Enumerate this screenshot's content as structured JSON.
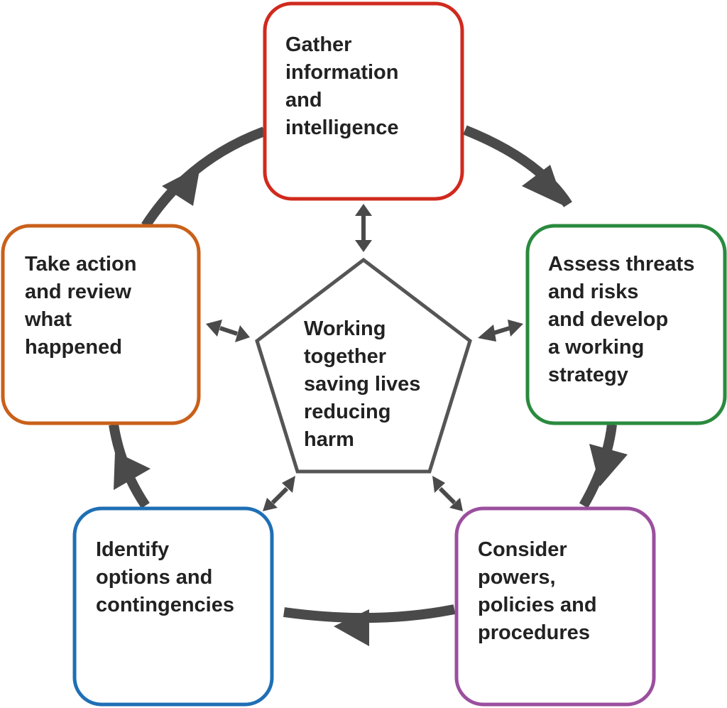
{
  "center": {
    "lines": [
      "Working",
      "together",
      "saving lives",
      "reducing",
      "harm"
    ]
  },
  "steps": [
    {
      "id": "gather",
      "lines": [
        "Gather",
        "information",
        "and",
        "intelligence"
      ],
      "color": "#d02a1e"
    },
    {
      "id": "assess",
      "lines": [
        "Assess threats",
        "and risks",
        "and develop",
        "a working",
        "strategy"
      ],
      "color": "#2a8a3e"
    },
    {
      "id": "powers",
      "lines": [
        "Consider",
        "powers,",
        "policies and",
        "procedures"
      ],
      "color": "#9b4f9e"
    },
    {
      "id": "options",
      "lines": [
        "Identify",
        "options and",
        "contingencies"
      ],
      "color": "#1f6fb5"
    },
    {
      "id": "action",
      "lines": [
        "Take action",
        "and review",
        "what",
        "happened"
      ],
      "color": "#c9601a"
    }
  ],
  "colors": {
    "arrow": "#4a4a4a",
    "text": "#222222",
    "pentagon": "#555555"
  }
}
